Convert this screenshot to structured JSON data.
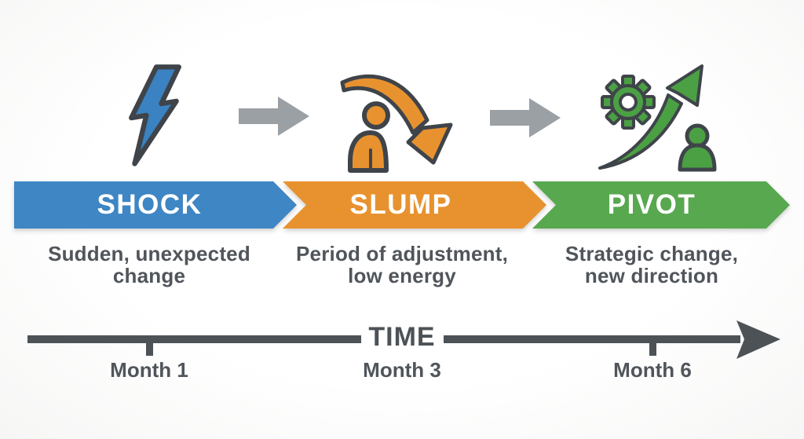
{
  "diagram_title": "Shock Slump Pivot change-curve infographic",
  "stages": [
    {
      "label": "SHOCK",
      "description": "Sudden, unexpected change",
      "color": "#3e86c4",
      "icon": "lightning-bolt-icon"
    },
    {
      "label": "SLUMP",
      "description": "Period of adjustment, low energy",
      "color": "#e8922f",
      "icon": "slumped-person-down-arrow-icon"
    },
    {
      "label": "PIVOT",
      "description": "Strategic change, new direction",
      "color": "#57a84f",
      "icon": "gear-rising-arrow-person-icon"
    }
  ],
  "connectors": {
    "icon": "right-arrow-icon",
    "color": "#9ba0a5"
  },
  "timeline": {
    "axis_label": "TIME",
    "markers": [
      {
        "label": "Month 1"
      },
      {
        "label": "Month 3"
      },
      {
        "label": "Month 6"
      }
    ],
    "color": "#4d5257"
  },
  "colors": {
    "blue": "#3e86c4",
    "orange": "#e8922f",
    "green": "#57a84f",
    "connector_gray": "#9ba0a5",
    "dark_gray_text": "#4d5257",
    "icon_outline": "#3f444a",
    "background": "#fdfdfd"
  }
}
